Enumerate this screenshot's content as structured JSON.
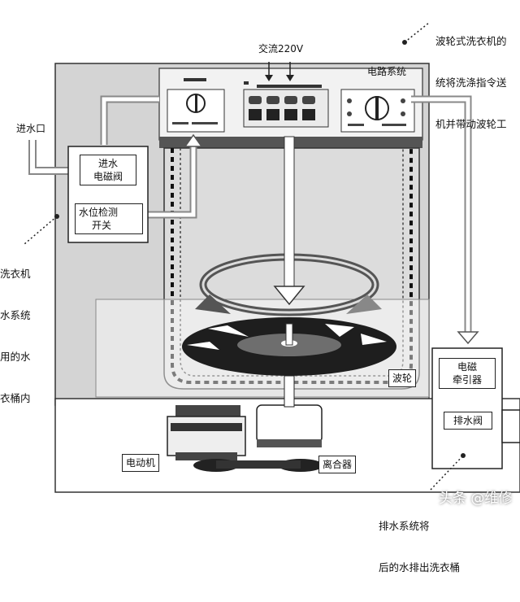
{
  "labels": {
    "power": "交流220V",
    "circuit": "电路系统",
    "inlet": "进水口",
    "valve_line1": "进水",
    "valve_line2": "电磁阀",
    "level_line1": "水位检测",
    "level_line2": "开关",
    "pulsator": "波轮",
    "traction_line1": "电磁",
    "traction_line2": "牵引器",
    "drain_valve": "排水阀",
    "motor": "电动机",
    "clutch": "离合器"
  },
  "notes": {
    "top_right": [
      "波轮式洗衣机的",
      "统将洗涤指令送",
      "机并带动波轮工"
    ],
    "left": [
      "洗衣机",
      "水系统",
      "用的水",
      "衣桶内"
    ],
    "bottom": [
      "排水系统将",
      "后的水排出洗衣桶"
    ]
  },
  "watermark": "头条 @维修"
}
